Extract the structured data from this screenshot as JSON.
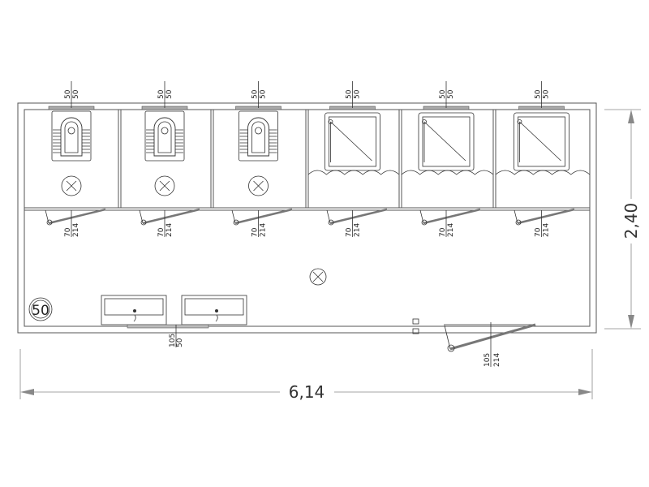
{
  "plan": {
    "cubicles": [
      {
        "type": "squat-toilet",
        "window_dim_top": "50",
        "window_dim_bottom": "50",
        "door_dim_top": "70",
        "door_dim_bottom": "214"
      },
      {
        "type": "squat-toilet",
        "window_dim_top": "50",
        "window_dim_bottom": "50",
        "door_dim_top": "70",
        "door_dim_bottom": "214"
      },
      {
        "type": "squat-toilet",
        "window_dim_top": "50",
        "window_dim_bottom": "50",
        "door_dim_top": "70",
        "door_dim_bottom": "214"
      },
      {
        "type": "shower",
        "window_dim_top": "50",
        "window_dim_bottom": "50",
        "door_dim_top": "70",
        "door_dim_bottom": "214"
      },
      {
        "type": "shower",
        "window_dim_top": "50",
        "window_dim_bottom": "50",
        "door_dim_top": "70",
        "door_dim_bottom": "214"
      },
      {
        "type": "shower",
        "window_dim_top": "50",
        "window_dim_bottom": "50",
        "door_dim_top": "70",
        "door_dim_bottom": "214"
      }
    ],
    "sink_window_dim_top": "105",
    "sink_window_dim_bottom": "50",
    "entrance_door_dim_top": "105",
    "entrance_door_dim_bottom": "214",
    "heater_label": "50",
    "width_dimension": "6,14",
    "height_dimension": "2,40",
    "line_color": "#555555"
  }
}
